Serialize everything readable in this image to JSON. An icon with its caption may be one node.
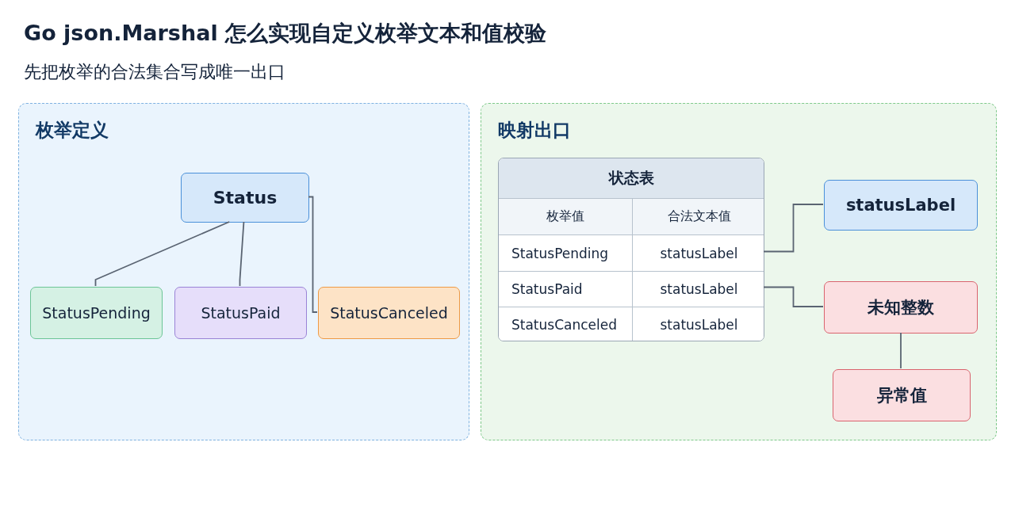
{
  "diagram": {
    "title": "Go json.Marshal 怎么实现自定义枚举文本和值校验",
    "nodes": [
      {
        "text": [
          "枚举定义"
        ]
      },
      {
        "text": [
          "Status"
        ],
        "in": 0
      },
      {
        "text": [
          "StatusPending"
        ],
        "in": 0
      },
      {
        "text": [
          "StatusPaid"
        ],
        "in": 0
      },
      {
        "text": [
          "StatusCanceled"
        ],
        "in": 0
      },
      {
        "text": [
          "映射出口"
        ]
      },
      {
        "text": [
          "状态表"
        ],
        "in": 5
      },
      {
        "text": [
          "StatusPending",
          "statusLabel"
        ],
        "in": 6
      },
      {
        "text": [
          "StatusPaid",
          "statusLabel"
        ],
        "in": 6
      },
      {
        "text": [
          "StatusCanceled",
          "statusLabel"
        ],
        "in": 6
      },
      {
        "text": [
          "statusLabel"
        ],
        "in": 5
      },
      {
        "text": [
          "未知整数"
        ],
        "in": 5
      },
      {
        "text": [
          "异常值"
        ],
        "in": 5
      }
    ],
    "edges": [
      {
        "from": 1,
        "to": 2,
        "arrow": "none"
      },
      {
        "from": 1,
        "to": 3,
        "arrow": "none"
      },
      {
        "from": 1,
        "to": 4,
        "arrow": "none"
      },
      {
        "from": 7,
        "to": 10,
        "arrow": "none"
      },
      {
        "from": 8,
        "to": 11,
        "arrow": "none"
      },
      {
        "from": 11,
        "to": 12,
        "arrow": "none"
      }
    ],
    "labels": [
      "先把枚举的合法集合写成唯一出口",
      "枚举值",
      "合法文本值"
    ]
  }
}
